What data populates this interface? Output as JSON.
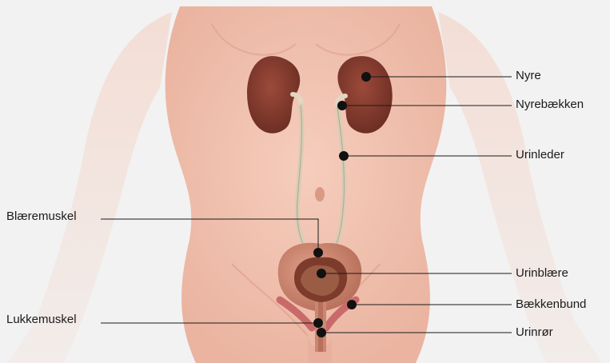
{
  "labels": {
    "nyre": "Nyre",
    "nyrebaekken": "Nyrebækken",
    "urinleder": "Urinleder",
    "blaeremuskel": "Blæremuskel",
    "urinblaere": "Urinblære",
    "baekkenbund": "Bækkenbund",
    "lukkemuskel": "Lukkemuskel",
    "urinroer": "Urinrør"
  },
  "colors": {
    "background": "#f2f2f2",
    "skin": "#f4c9b8",
    "kidney": "#8a4234",
    "bladder": "#c98772",
    "leader": "#1a1a1a"
  }
}
